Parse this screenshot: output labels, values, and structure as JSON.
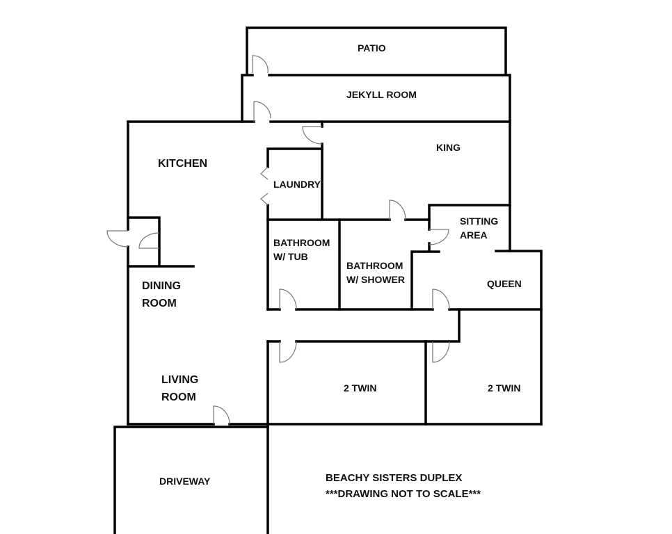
{
  "rooms": {
    "patio": "PATIO",
    "jekyll": "JEKYLL ROOM",
    "king": "KING",
    "kitchen": "KITCHEN",
    "laundry": "LAUNDRY",
    "bath_tub_1": "BATHROOM",
    "bath_tub_2": "W/ TUB",
    "bath_shower_1": "BATHROOM",
    "bath_shower_2": "W/ SHOWER",
    "sitting_1": "SITTING",
    "sitting_2": "AREA",
    "queen": "QUEEN",
    "dining_1": "DINING",
    "dining_2": "ROOM",
    "living_1": "LIVING",
    "living_2": "ROOM",
    "twin_1": "2 TWIN",
    "twin_2": "2 TWIN",
    "driveway": "DRIVEWAY"
  },
  "caption": {
    "title": "BEACHY SISTERS DUPLEX",
    "note": "***DRAWING NOT TO SCALE***"
  }
}
